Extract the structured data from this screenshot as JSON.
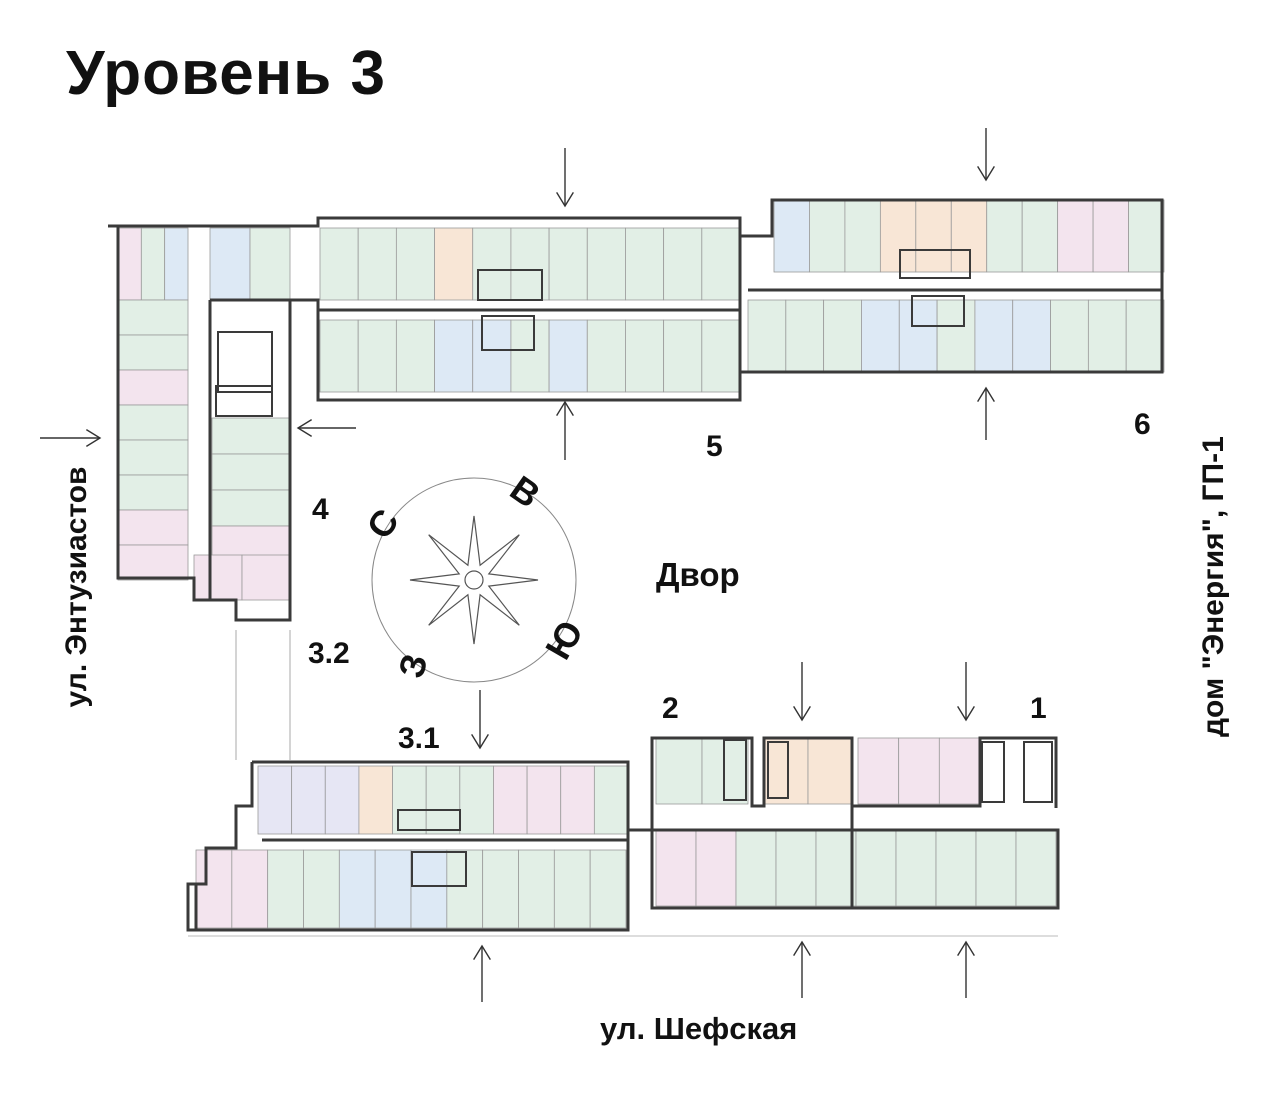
{
  "title": "Уровень 3",
  "sections": {
    "s1": "1",
    "s2": "2",
    "s31": "3.1",
    "s32": "3.2",
    "s4": "4",
    "s5": "5",
    "s6": "6"
  },
  "labels": {
    "courtyard": "Двор",
    "street_left": "ул. Энтузиастов",
    "street_bottom": "ул. Шефская",
    "house_right": "дом \"Энергия\", ГП-1"
  },
  "compass": {
    "north": "С",
    "east": "В",
    "south": "Ю",
    "west": "З"
  },
  "colors": {
    "wall": "#3a3a3a",
    "green": "#e2efe6",
    "blue": "#dde9f5",
    "pink": "#f3e4ee",
    "orange": "#f8e6d6",
    "violet": "#e6e6f4"
  }
}
